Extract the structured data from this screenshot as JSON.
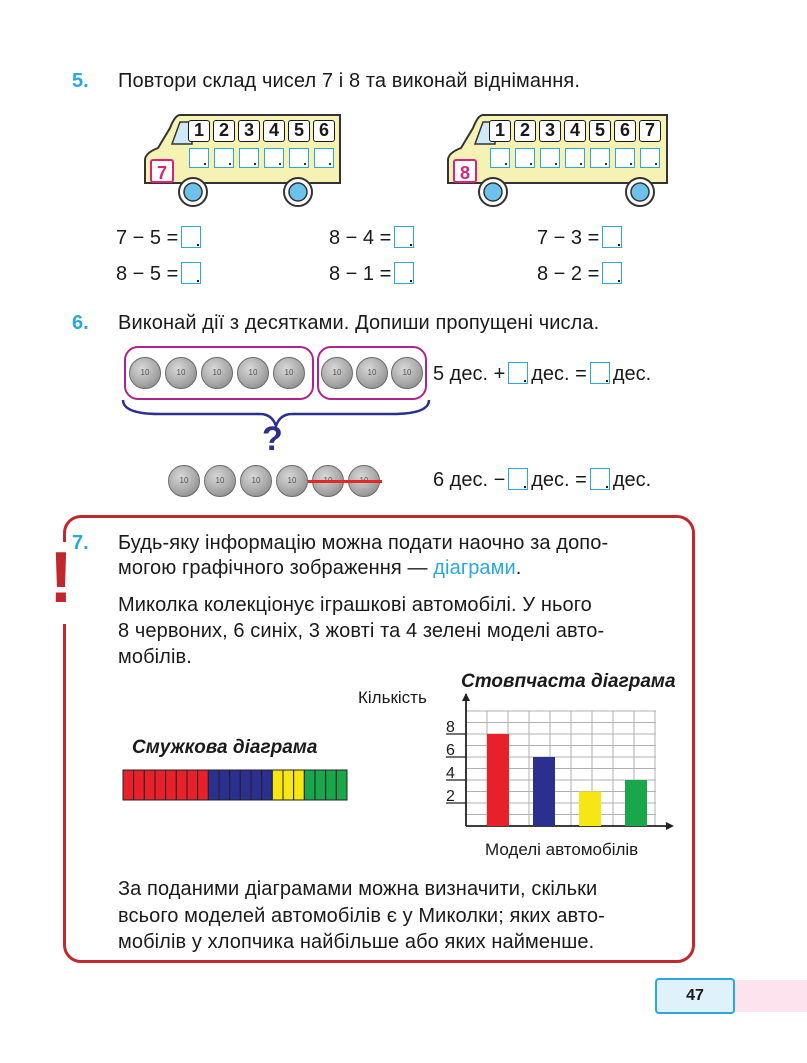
{
  "task5": {
    "number": "5.",
    "text": "Повтори склад чисел 7 і 8 та виконай віднімання.",
    "bus1": {
      "number": "7",
      "digits": [
        "1",
        "2",
        "3",
        "4",
        "5",
        "6"
      ]
    },
    "bus2": {
      "number": "8",
      "digits": [
        "1",
        "2",
        "3",
        "4",
        "5",
        "6",
        "7"
      ]
    },
    "rows": [
      [
        "7 − 5 =",
        "8 − 4 =",
        "7 − 3 ="
      ],
      [
        "8 − 5 =",
        "8 − 1 =",
        "8 − 2 ="
      ]
    ]
  },
  "task6": {
    "number": "6.",
    "text": "Виконай дії з десятками. Допиши пропущені числа.",
    "coin_label": "10",
    "question_mark": "?",
    "eq1": {
      "a": "5 дес. +",
      "b": "дес. =",
      "c": "дес."
    },
    "eq2": {
      "a": "6 дес. −",
      "b": "дес. =",
      "c": "дес."
    }
  },
  "task7": {
    "number": "7.",
    "exclamation": "!",
    "line1": "Будь-яку інформацію можна подати наочно за допо-",
    "line2_pre": "могою графічного зображення — ",
    "line2_term": "діаграми",
    "line2_post": ".",
    "p2_line1": "Миколка колекціонує іграшкові автомобілі. У нього",
    "p2_line2": "8 червоних, 6 синіх, 3 жовті та 4 зелені моделі авто-",
    "p2_line3": "мобілів.",
    "strip_title": "Смужкова діаграма",
    "bar_title": "Стовпчаста діаграма",
    "y_label": "Кількість",
    "x_label": "Моделі автомобілів",
    "p3_line1": "За поданими діаграмами можна визначити, скільки",
    "p3_line2": "всього моделей автомобілів є у Миколки; яких авто-",
    "p3_line3": "мобілів у хлопчика найбільше або яких найменше."
  },
  "chart_data": {
    "type": "bar",
    "categories": [
      "",
      "",
      "",
      ""
    ],
    "values": [
      8,
      6,
      3,
      4
    ],
    "colors": [
      "#e8202a",
      "#2b2f8f",
      "#f5e614",
      "#1aa64a"
    ],
    "ylabel": "Кількість",
    "xlabel": "Моделі автомобілів",
    "title": "Стовпчаста діаграма",
    "yticks": [
      "2",
      "4",
      "6",
      "8"
    ],
    "ylim": [
      0,
      10
    ],
    "grid": true
  },
  "strip_data": {
    "title": "Смужкова діаграма",
    "values": [
      8,
      6,
      3,
      4
    ],
    "colors": [
      "#e8202a",
      "#2b2f8f",
      "#f5e614",
      "#1aa64a"
    ]
  },
  "page_number": "47"
}
